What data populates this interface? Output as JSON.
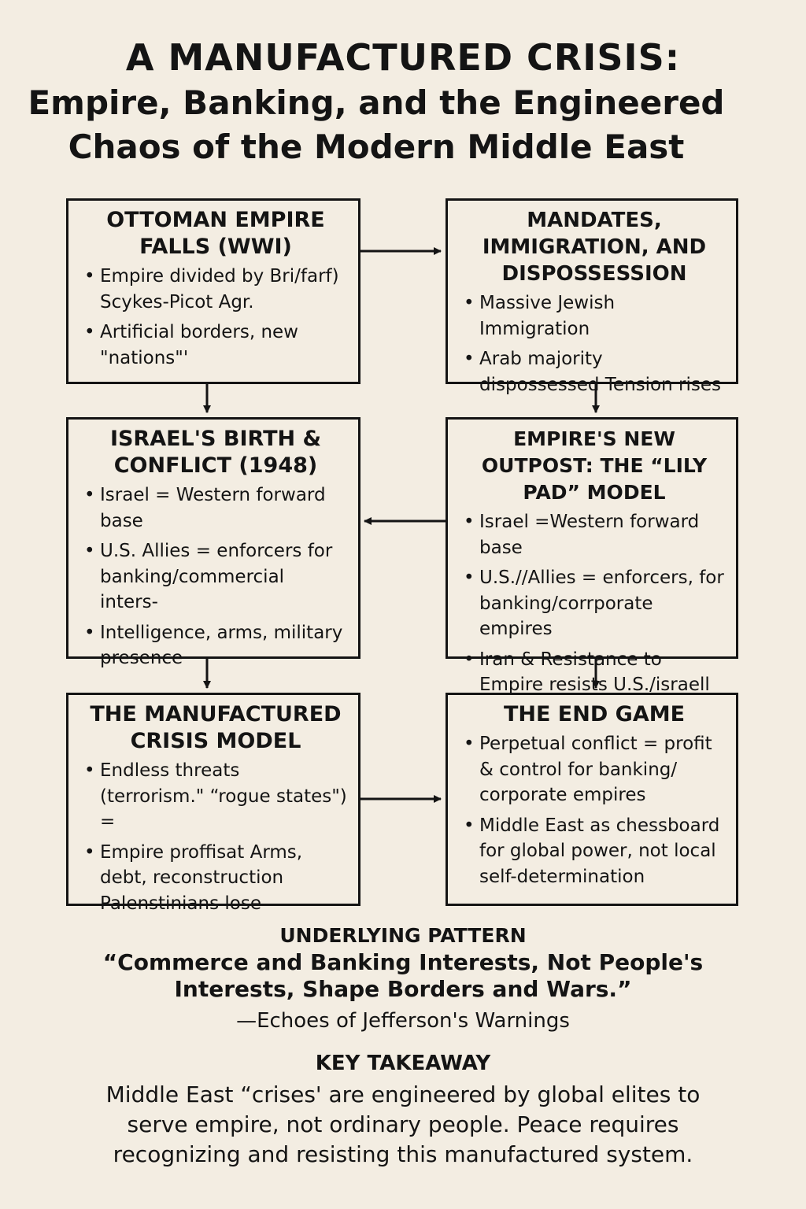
{
  "title": {
    "line1": "A MANUFACTURED CRISIS:",
    "line2": "Empire, Banking, and the Engineered",
    "line3": "Chaos of the Modern Middle East"
  },
  "boxes": {
    "ottoman": {
      "heading": "OTTOMAN EMPIRE FALLS (WWI)",
      "bullets": [
        "Empire divided by Bri/farf) Scykes-Picot Agr.",
        "Artificial borders, new \"nations\"'"
      ]
    },
    "mandates": {
      "heading": "MANDATES, IMMIGRATION, AND DISPOSSESSION",
      "bullets": [
        "Massive Jewish Immigration",
        "Arab majority dispossessed Tension rises"
      ]
    },
    "israel": {
      "heading": "ISRAEL'S BIRTH & CONFLICT (1948)",
      "bullets": [
        "Israel = Western forward base",
        "U.S. Allies = enforcers for banking/commercial inters-",
        "Intelligence, arms, military presence"
      ]
    },
    "empire": {
      "heading": "EMPIRE'S NEW OUTPOST: THE “LILY PAD” MODEL",
      "bullets": [
        "Israel =Western forward base",
        "U.S.//Allies = enforcers, for banking/corrporate empires",
        "Iran & Resistance to Empire resists U.S./israell domin-"
      ]
    },
    "crisis": {
      "heading": "THE MANUFACTURED CRISIS MODEL",
      "bullets": [
        "Endless threats (terrorism.\" “rogue states\") =",
        "Empire proffisat Arms, debt, reconstruction Palenstinians lose"
      ]
    },
    "endgame": {
      "heading": "THE END GAME",
      "bullets": [
        "Perpetual conflict = profit & control for banking/ corporate empires",
        "Middle East as chessboard for global power, not local self-determination"
      ]
    }
  },
  "pattern": {
    "heading": "UNDERLYING PATTERN",
    "quote": "“Commerce and Banking Interests, Not People's Interests, Shape Borders and Wars.”",
    "attribution": "—Echoes of Jefferson's Warnings"
  },
  "takeaway": {
    "heading": "KEY TAKEAWAY",
    "text": "Middle East “crises' are engineered by global elites to serve empire, not ordinary people. Peace requires recognizing and resisting this manufactured system."
  }
}
